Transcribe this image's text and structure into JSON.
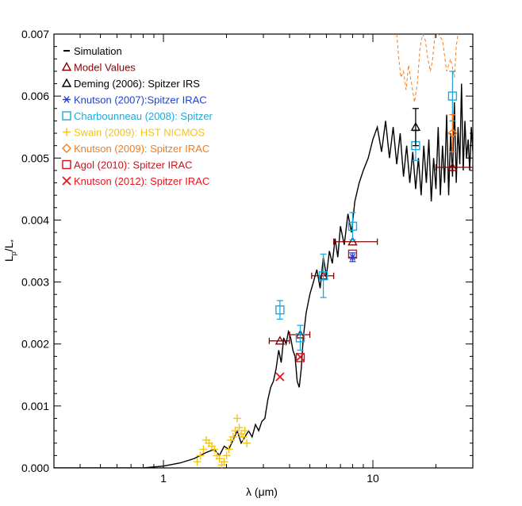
{
  "chart_data": {
    "type": "scatter",
    "title": "",
    "xlabel": "λ (μm)",
    "ylabel_main": "L",
    "ylabel_sub_p": "p",
    "ylabel_slash": "/L",
    "ylabel_sub_star": "*",
    "x_scale": "log",
    "xlim": [
      0.3,
      30
    ],
    "ylim": [
      0,
      0.007
    ],
    "x_ticks": [
      {
        "v": 1,
        "label": "1"
      },
      {
        "v": 10,
        "label": "10"
      }
    ],
    "y_ticks": [
      {
        "v": 0.0,
        "label": "0.000"
      },
      {
        "v": 0.001,
        "label": "0.001"
      },
      {
        "v": 0.002,
        "label": "0.002"
      },
      {
        "v": 0.003,
        "label": "0.003"
      },
      {
        "v": 0.004,
        "label": "0.004"
      },
      {
        "v": 0.005,
        "label": "0.005"
      },
      {
        "v": 0.006,
        "label": "0.006"
      },
      {
        "v": 0.007,
        "label": "0.007"
      }
    ],
    "grid": false,
    "legend_position": "top-left",
    "legend": [
      {
        "label": "Simulation",
        "color": "#000000",
        "marker": "dash"
      },
      {
        "label": "Model Values",
        "color": "#8b0000",
        "marker": "triangle"
      },
      {
        "label": "Deming (2006): Spitzer IRS",
        "color": "#000000",
        "marker": "triangle"
      },
      {
        "label": "Knutson (2007):Spitzer IRAC",
        "color": "#1f3fd6",
        "marker": "asterisk"
      },
      {
        "label": "Charbounneau (2008): Spitzer",
        "color": "#20a8d8",
        "marker": "square"
      },
      {
        "label": "Swain (2009): HST NICMOS",
        "color": "#f0c419",
        "marker": "plus"
      },
      {
        "label": "Knutson (2009): Spitzer IRAC",
        "color": "#ef7d21",
        "marker": "diamond"
      },
      {
        "label": "Agol (2010): Spitzer IRAC",
        "color": "#d0101a",
        "marker": "square"
      },
      {
        "label": "Knutson (2012): Spitzer IRAC",
        "color": "#e8141e",
        "marker": "x"
      }
    ],
    "simulation": [
      [
        0.3,
        0.0
      ],
      [
        0.5,
        0.0
      ],
      [
        0.8,
        0.0
      ],
      [
        1.0,
        3e-05
      ],
      [
        1.2,
        8e-05
      ],
      [
        1.4,
        0.00015
      ],
      [
        1.6,
        0.00025
      ],
      [
        1.75,
        0.0003
      ],
      [
        1.85,
        0.0002
      ],
      [
        1.95,
        0.00035
      ],
      [
        2.05,
        0.0003
      ],
      [
        2.15,
        0.00045
      ],
      [
        2.25,
        0.0006
      ],
      [
        2.35,
        0.0004
      ],
      [
        2.45,
        0.0005
      ],
      [
        2.55,
        0.0006
      ],
      [
        2.65,
        0.0005
      ],
      [
        2.75,
        0.0007
      ],
      [
        2.85,
        0.0006
      ],
      [
        2.95,
        0.00075
      ],
      [
        3.05,
        0.0008
      ],
      [
        3.15,
        0.0011
      ],
      [
        3.25,
        0.0013
      ],
      [
        3.35,
        0.0014
      ],
      [
        3.45,
        0.0016
      ],
      [
        3.55,
        0.0019
      ],
      [
        3.65,
        0.0017
      ],
      [
        3.75,
        0.0021
      ],
      [
        3.85,
        0.002
      ],
      [
        3.95,
        0.0022
      ],
      [
        4.05,
        0.0021
      ],
      [
        4.15,
        0.0019
      ],
      [
        4.25,
        0.0018
      ],
      [
        4.35,
        0.0014
      ],
      [
        4.45,
        0.0013
      ],
      [
        4.55,
        0.0016
      ],
      [
        4.65,
        0.0021
      ],
      [
        4.8,
        0.0025
      ],
      [
        5.0,
        0.0028
      ],
      [
        5.2,
        0.003
      ],
      [
        5.4,
        0.0032
      ],
      [
        5.6,
        0.0029
      ],
      [
        5.8,
        0.0034
      ],
      [
        6.0,
        0.0031
      ],
      [
        6.2,
        0.0035
      ],
      [
        6.4,
        0.0033
      ],
      [
        6.6,
        0.0037
      ],
      [
        6.8,
        0.0034
      ],
      [
        7.0,
        0.0039
      ],
      [
        7.3,
        0.0036
      ],
      [
        7.6,
        0.0041
      ],
      [
        7.9,
        0.0038
      ],
      [
        8.2,
        0.0043
      ],
      [
        8.6,
        0.0046
      ],
      [
        9.0,
        0.0048
      ],
      [
        9.5,
        0.005
      ],
      [
        10.0,
        0.0053
      ],
      [
        10.5,
        0.0055
      ],
      [
        11.0,
        0.0051
      ],
      [
        11.5,
        0.0056
      ],
      [
        12.0,
        0.005
      ],
      [
        12.5,
        0.0055
      ],
      [
        13.0,
        0.0049
      ],
      [
        13.5,
        0.0054
      ],
      [
        14.0,
        0.0047
      ],
      [
        14.5,
        0.0052
      ],
      [
        15.0,
        0.0046
      ],
      [
        15.5,
        0.0051
      ],
      [
        16.0,
        0.0045
      ],
      [
        16.5,
        0.005
      ],
      [
        17.0,
        0.0044
      ],
      [
        17.5,
        0.0052
      ],
      [
        18.0,
        0.0046
      ],
      [
        18.5,
        0.0053
      ],
      [
        19.0,
        0.0043
      ],
      [
        19.5,
        0.005
      ],
      [
        20.0,
        0.0045
      ],
      [
        20.5,
        0.0055
      ],
      [
        21.0,
        0.0044
      ],
      [
        21.5,
        0.0052
      ],
      [
        22.0,
        0.0046
      ],
      [
        22.5,
        0.0057
      ],
      [
        23.0,
        0.0044
      ],
      [
        23.5,
        0.0054
      ],
      [
        24.0,
        0.0047
      ],
      [
        24.5,
        0.0059
      ],
      [
        25.0,
        0.0046
      ],
      [
        25.5,
        0.0055
      ],
      [
        26.0,
        0.0049
      ],
      [
        26.5,
        0.0062
      ],
      [
        27.0,
        0.0048
      ],
      [
        27.5,
        0.0056
      ],
      [
        28.0,
        0.005
      ],
      [
        28.5,
        0.0053
      ],
      [
        29.0,
        0.0048
      ],
      [
        29.5,
        0.0055
      ],
      [
        30.0,
        0.0051
      ]
    ],
    "dashed_orange": [
      [
        13.0,
        0.007
      ],
      [
        13.3,
        0.0066
      ],
      [
        13.6,
        0.0063
      ],
      [
        14.0,
        0.0064
      ],
      [
        14.4,
        0.0061
      ],
      [
        14.8,
        0.0065
      ],
      [
        15.3,
        0.0062
      ],
      [
        15.8,
        0.0059
      ],
      [
        16.3,
        0.0062
      ],
      [
        16.8,
        0.0068
      ],
      [
        17.3,
        0.007
      ],
      [
        17.8,
        0.0069
      ],
      [
        18.3,
        0.0066
      ],
      [
        18.8,
        0.0064
      ],
      [
        19.3,
        0.0066
      ],
      [
        19.8,
        0.007
      ],
      [
        20.5,
        0.007
      ],
      [
        21.5,
        0.0069
      ],
      [
        22.5,
        0.0064
      ],
      [
        23.5,
        0.0066
      ],
      [
        24.5,
        0.0063
      ],
      [
        25.0,
        0.0068
      ],
      [
        25.5,
        0.007
      ]
    ],
    "model_values": [
      {
        "x": 3.6,
        "y": 0.00205,
        "xlo": 3.2,
        "xhi": 4.0
      },
      {
        "x": 4.5,
        "y": 0.00215,
        "xlo": 4.0,
        "xhi": 5.0
      },
      {
        "x": 5.8,
        "y": 0.0031,
        "xlo": 5.1,
        "xhi": 6.5
      },
      {
        "x": 8.0,
        "y": 0.00365,
        "xlo": 6.5,
        "xhi": 10.5
      },
      {
        "x": 24.0,
        "y": 0.00485,
        "xlo": 20.0,
        "xhi": 30.0
      }
    ],
    "deming_2006": [
      {
        "x": 16.0,
        "y": 0.0055,
        "yerr": 0.0003
      }
    ],
    "knutson_2007": [
      {
        "x": 8.0,
        "y": 0.0034,
        "yerr": 7e-05
      }
    ],
    "charbonneau_2008": [
      {
        "x": 3.6,
        "y": 0.00255,
        "yerr": 0.00015
      },
      {
        "x": 4.5,
        "y": 0.0021,
        "yerr": 0.0002
      },
      {
        "x": 5.8,
        "y": 0.0031,
        "yerr": 0.00035
      },
      {
        "x": 8.0,
        "y": 0.0039,
        "yerr": 0.00022
      },
      {
        "x": 16.0,
        "y": 0.0052,
        "yerr": 0.00024
      },
      {
        "x": 24.0,
        "y": 0.006,
        "yerr": 0.0004
      }
    ],
    "swain_2009": [
      {
        "x": 1.45,
        "y": 0.0001
      },
      {
        "x": 1.5,
        "y": 0.0002
      },
      {
        "x": 1.55,
        "y": 0.0003
      },
      {
        "x": 1.6,
        "y": 0.00045
      },
      {
        "x": 1.65,
        "y": 0.0004
      },
      {
        "x": 1.7,
        "y": 0.00035
      },
      {
        "x": 1.75,
        "y": 0.0003
      },
      {
        "x": 1.8,
        "y": 0.0002
      },
      {
        "x": 1.85,
        "y": 0.00015
      },
      {
        "x": 1.9,
        "y": 5e-05
      },
      {
        "x": 1.95,
        "y": 0.0001
      },
      {
        "x": 2.0,
        "y": 0.0002
      },
      {
        "x": 2.05,
        "y": 0.0003
      },
      {
        "x": 2.1,
        "y": 0.00045
      },
      {
        "x": 2.15,
        "y": 0.0005
      },
      {
        "x": 2.2,
        "y": 0.0006
      },
      {
        "x": 2.25,
        "y": 0.0008
      },
      {
        "x": 2.3,
        "y": 0.00065
      },
      {
        "x": 2.35,
        "y": 0.00055
      },
      {
        "x": 2.4,
        "y": 0.0005
      },
      {
        "x": 2.45,
        "y": 0.0006
      },
      {
        "x": 2.5,
        "y": 0.0004
      }
    ],
    "knutson_2009": [
      {
        "x": 24.0,
        "y": 0.0054,
        "yerr": 0.0003
      }
    ],
    "agol_2010": [
      {
        "x": 4.5,
        "y": 0.00178,
        "yerr": 3e-05
      },
      {
        "x": 8.0,
        "y": 0.00345,
        "yerr": 3e-05
      }
    ],
    "knutson_2012": [
      {
        "x": 3.6,
        "y": 0.00147
      },
      {
        "x": 4.5,
        "y": 0.00179
      }
    ]
  }
}
